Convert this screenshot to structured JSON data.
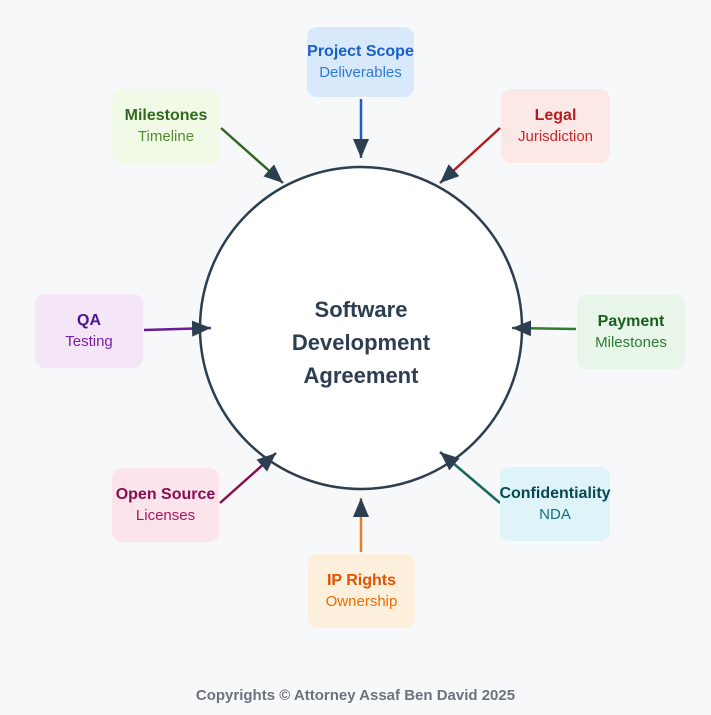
{
  "diagram": {
    "background": "#f7f8fa",
    "center": {
      "title": "Software\nDevelopment\nAgreement",
      "text_color": "#2c3e50",
      "circle_stroke": "#2c3e50",
      "circle_fill": "#ffffff"
    },
    "arrowhead_color": "#2c3e50",
    "nodes": [
      {
        "id": "project-scope",
        "title": "Project Scope",
        "subtitle": "Deliverables",
        "position": "top",
        "bg": "#d8e9fb",
        "title_color": "#1a5fc4",
        "subtitle_color": "#2e7bd6",
        "arrow_color": "#1a5fc4"
      },
      {
        "id": "milestones",
        "title": "Milestones",
        "subtitle": "Timeline",
        "position": "top-left",
        "bg": "#f1f9e7",
        "title_color": "#33691e",
        "subtitle_color": "#558b2f",
        "arrow_color": "#33691e"
      },
      {
        "id": "legal",
        "title": "Legal",
        "subtitle": "Jurisdiction",
        "position": "top-right",
        "bg": "#fde8e8",
        "title_color": "#b71c1c",
        "subtitle_color": "#c62828",
        "arrow_color": "#b71c1c"
      },
      {
        "id": "qa",
        "title": "QA",
        "subtitle": "Testing",
        "position": "left",
        "bg": "#f4e5f7",
        "title_color": "#4a148c",
        "subtitle_color": "#7b1fa2",
        "arrow_color": "#6a1b9a"
      },
      {
        "id": "payment",
        "title": "Payment",
        "subtitle": "Milestones",
        "position": "right",
        "bg": "#e8f5e9",
        "title_color": "#1b5e20",
        "subtitle_color": "#2e7d32",
        "arrow_color": "#2e7d32"
      },
      {
        "id": "open-source",
        "title": "Open Source",
        "subtitle": "Licenses",
        "position": "bottom-left",
        "bg": "#fce4ec",
        "title_color": "#880e4f",
        "subtitle_color": "#ad1457",
        "arrow_color": "#880e4f"
      },
      {
        "id": "confidentiality",
        "title": "Confidentiality",
        "subtitle": "NDA",
        "position": "bottom-right",
        "bg": "#dff4f8",
        "title_color": "#064954",
        "subtitle_color": "#156f80",
        "arrow_color": "#15695c"
      },
      {
        "id": "ip-rights",
        "title": "IP Rights",
        "subtitle": "Ownership",
        "position": "bottom",
        "bg": "#fcf0dc",
        "title_color": "#e65100",
        "subtitle_color": "#ef6c00",
        "arrow_color": "#e67e22"
      }
    ],
    "footer": "Copyrights © Attorney Assaf Ben David 2025"
  }
}
